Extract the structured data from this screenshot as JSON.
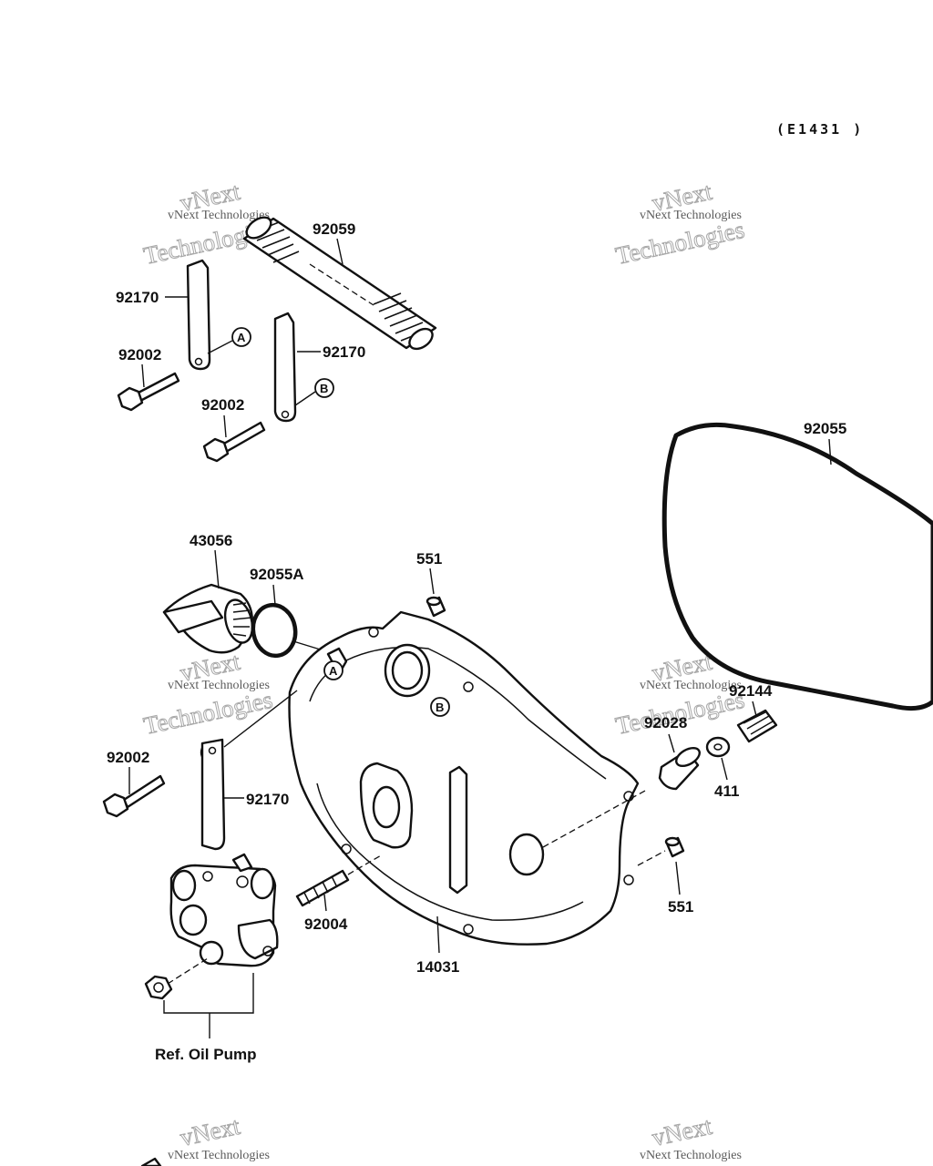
{
  "diagram_code": "(E1431 )",
  "watermark": {
    "line1": "vNext",
    "line2": "vNext Technologies",
    "line3": "Technologies"
  },
  "labels": {
    "p92059": "92059",
    "p92170_a": "92170",
    "p92002_a": "92002",
    "p92170_b": "92170",
    "p92002_b": "92002",
    "p92055": "92055",
    "p43056": "43056",
    "p92055A": "92055A",
    "p551_top": "551",
    "p92144": "92144",
    "p92028": "92028",
    "p411": "411",
    "p92002_c": "92002",
    "p92170_c": "92170",
    "p92004": "92004",
    "p14031": "14031",
    "p551_bottom": "551",
    "ref_oil_pump": "Ref. Oil Pump"
  },
  "markers": {
    "a": "A",
    "b": "B"
  }
}
